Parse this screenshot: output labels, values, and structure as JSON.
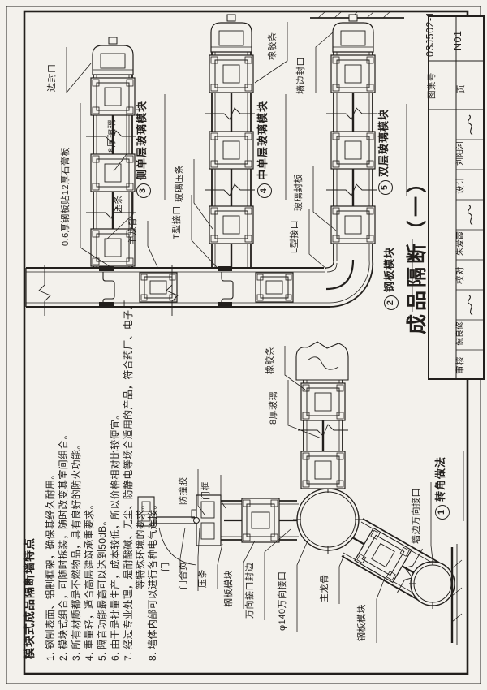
{
  "title_block": {
    "title": "成品隔断（一）",
    "atlas_label": "图集号",
    "atlas_no": "03J502-1",
    "page_label": "页",
    "page_no": "N01",
    "roles": [
      {
        "role": "设计",
        "name": "刘阳河"
      },
      {
        "role": "校对",
        "name": "朱爱霞"
      },
      {
        "role": "审核",
        "name": "倪良修"
      }
    ]
  },
  "details": {
    "d1": {
      "no": "1",
      "name": "转角做法"
    },
    "d2": {
      "no": "2",
      "name": "钢板模块"
    },
    "d3": {
      "no": "3",
      "name": "侧单层玻璃模块"
    },
    "d4": {
      "no": "4",
      "name": "中单层玻璃模块"
    },
    "d5": {
      "no": "5",
      "name": "双层玻璃模块"
    }
  },
  "annotations": {
    "a1": "0.6厚钢板贴12厚石膏板",
    "a2": "边封口",
    "a3": "8厚玻璃",
    "a4": "压条",
    "a5": "主龙骨",
    "a6": "玻璃压条",
    "a7": "T型接口",
    "a8": "橡胶条",
    "a9": "墙边封口",
    "a10": "玻璃封板",
    "a11": "L型接口",
    "b1": "橡胶条",
    "b2": "8厚玻璃",
    "b3": "防撞胶",
    "b4": "门框",
    "b5": "门",
    "b6": "门合页",
    "b7": "压条",
    "b8": "钢板模块",
    "b9": "万向接口封边",
    "b10": "φ140万向接口",
    "b11": "主龙骨",
    "b12": "钢板模块",
    "b13": "墙边万向接口"
  },
  "notes": {
    "title": "模块式成品隔断墙特点",
    "items": [
      "1. 钢制表面、铝制框架，确保其经久耐用。",
      "2. 模块式组合，可随时拆装，随时改变其室间组合。",
      "3. 所有材质都是不燃物品，具有良好的防火功能。",
      "4. 重量轻，适合高层建筑承重要求。",
      "5. 隔音功能最高可以达到50dB。",
      "6. 由于是批量生产，成本较低，所以价格相对比较便宜。",
      "7. 经过专业处理，是耐酸碱、无尘、防静电等场合适用的产品，符合药厂、电子厂",
      "8. 墙体内部可以进行各种电气连接。"
    ],
    "item7_cont": "等特殊环境的要求。"
  }
}
